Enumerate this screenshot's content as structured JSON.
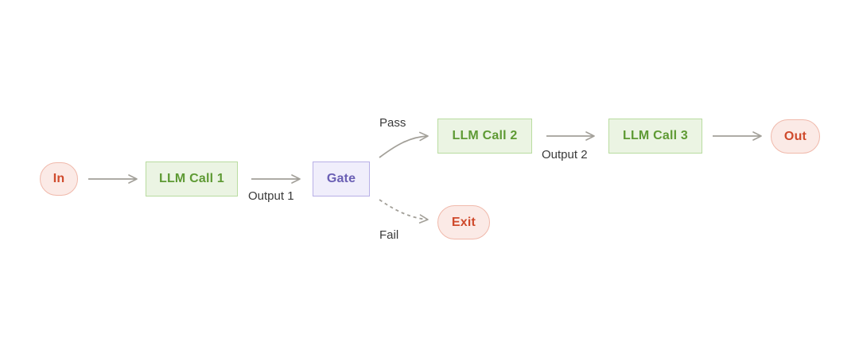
{
  "nodes": {
    "in": "In",
    "llm_call_1": "LLM Call 1",
    "gate": "Gate",
    "llm_call_2": "LLM Call 2",
    "llm_call_3": "LLM Call 3",
    "out": "Out",
    "exit": "Exit"
  },
  "edge_labels": {
    "output_1": "Output 1",
    "pass": "Pass",
    "fail": "Fail",
    "output_2": "Output 2"
  },
  "colors": {
    "terminal_fill": "#fbeae6",
    "terminal_text": "#cf4a2c",
    "llm_fill": "#ebf4e3",
    "llm_text": "#5e9a34",
    "gate_fill": "#f0eefb",
    "gate_text": "#6a5fb4",
    "arrow": "#a3a099"
  }
}
